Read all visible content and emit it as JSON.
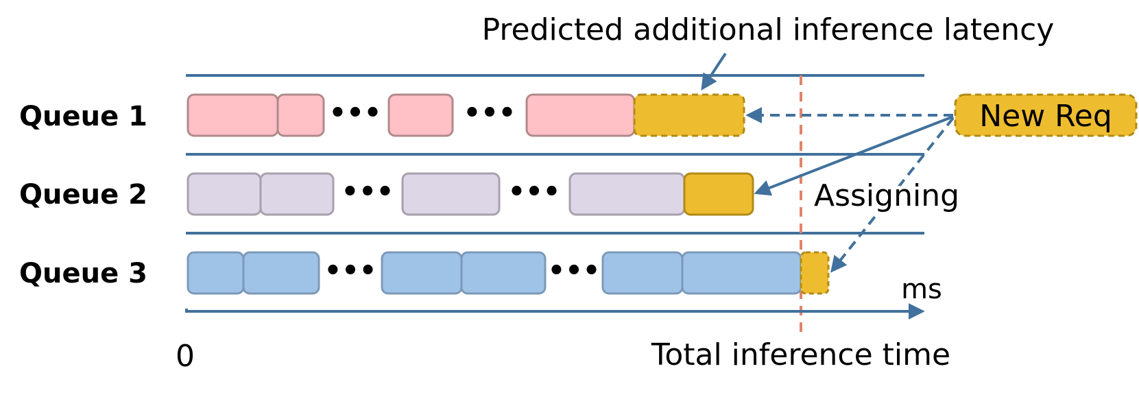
{
  "queues": [
    {
      "label": "Queue 1",
      "dots": [
        "•••",
        "•••"
      ],
      "fill": "#ffc0c6",
      "stroke": "#b08a8a"
    },
    {
      "label": "Queue 2",
      "dots": [
        "•••",
        "•••"
      ],
      "fill": "#ddd6e6",
      "stroke": "#a8a0ad"
    },
    {
      "label": "Queue 3",
      "dots": [
        "•••",
        "•••"
      ],
      "fill": "#9fc3e7",
      "stroke": "#7d99b8"
    }
  ],
  "new_request": {
    "label": "New Req",
    "fill": "#eebc2f",
    "stroke": "#b08a16"
  },
  "annotations": {
    "predicted": "Predicted additional inference latency",
    "assigning": "Assigning",
    "unit": "ms",
    "origin": "0",
    "total": "Total inference time"
  },
  "colors": {
    "line": "#41719c",
    "highlight": "#eebc2f",
    "highlight_stroke": "#b08a16",
    "threshold": "#e0846a"
  }
}
